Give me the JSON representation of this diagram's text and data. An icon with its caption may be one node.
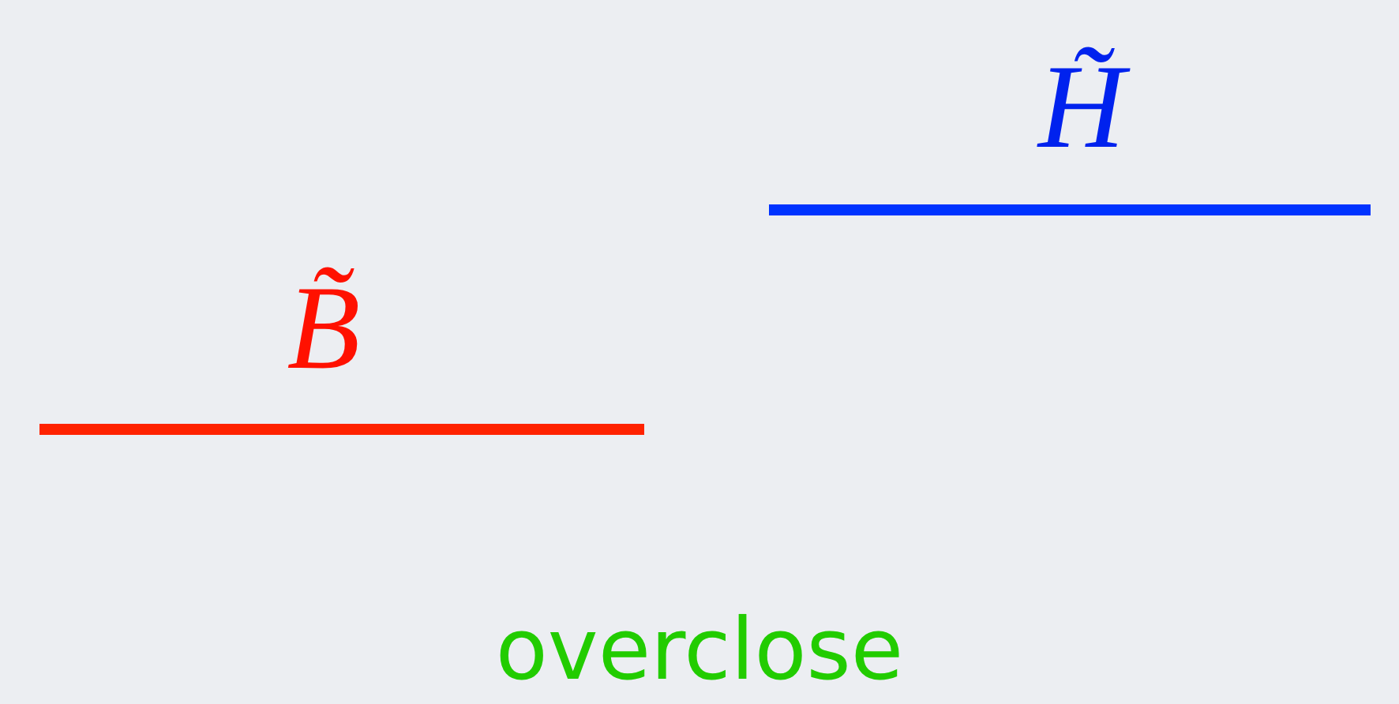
{
  "diagram": {
    "labels": [
      "B̃",
      "H̃",
      "overclose"
    ]
  }
}
